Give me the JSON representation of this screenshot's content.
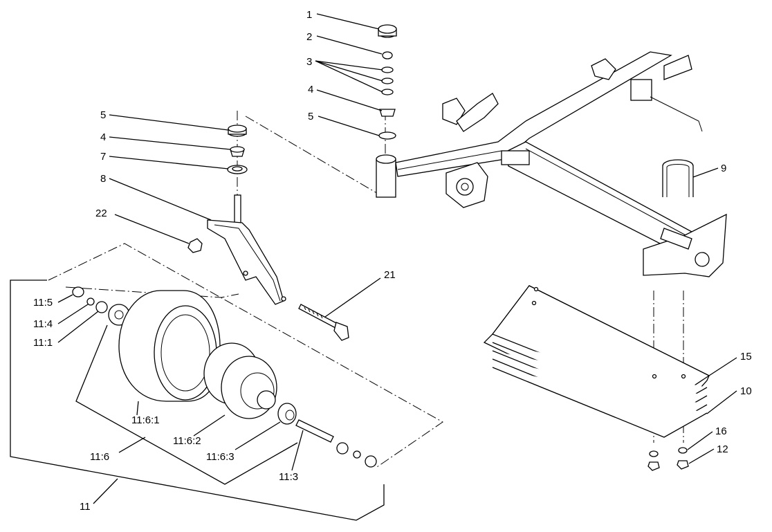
{
  "labels": {
    "l1": "1",
    "l2": "2",
    "l3": "3",
    "l4a": "4",
    "l5a": "5",
    "l5b": "5",
    "l4b": "4",
    "l7": "7",
    "l8": "8",
    "l22": "22",
    "l9": "9",
    "l21": "21",
    "l11_5": "11:5",
    "l11_4": "11:4",
    "l11_1": "11:1",
    "l11_6_1": "11:6:1",
    "l11_6_2": "11:6:2",
    "l11_6_3": "11:6:3",
    "l11_6": "11:6",
    "l11_3": "11:3",
    "l11": "11",
    "l15": "15",
    "l10": "10",
    "l16": "16",
    "l12": "12"
  }
}
